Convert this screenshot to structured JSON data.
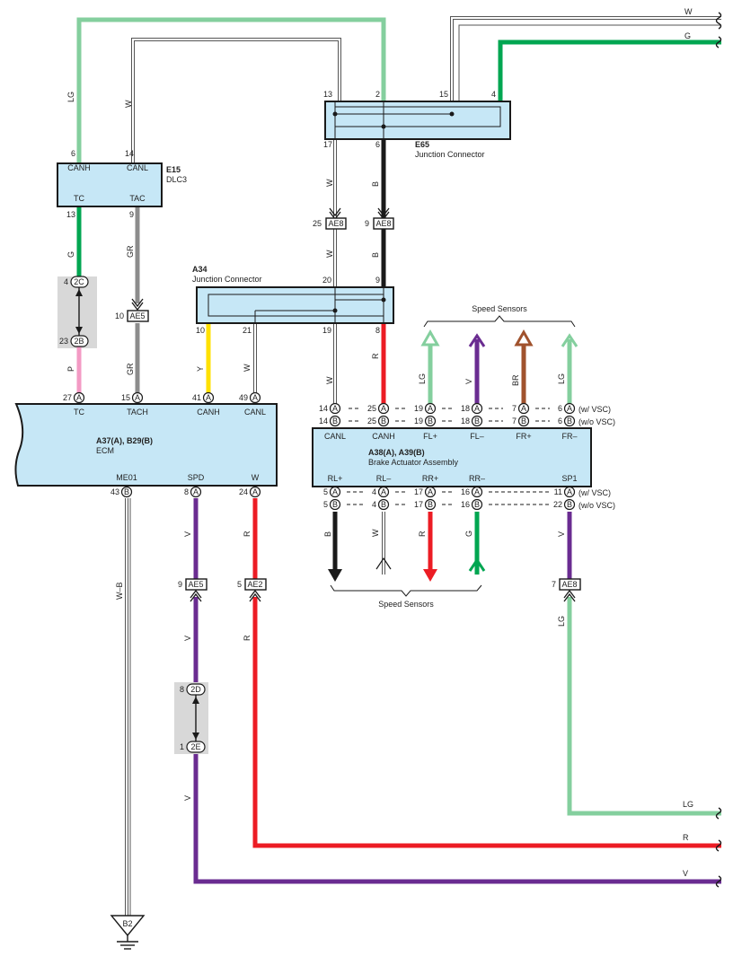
{
  "colors": {
    "LG": "#84cf9e",
    "G": "#00a651",
    "W": "#ffffff",
    "GR": "#8c8c8c",
    "P": "#f39ac4",
    "Y": "#ffe100",
    "B": "#1a1a1a",
    "R": "#ec1c24",
    "V": "#6a2c91",
    "BR": "#a0522d",
    "box": "#c6e7f6",
    "shade": "#d8d8d8"
  },
  "components": {
    "dlc3": {
      "code": "E15",
      "name": "DLC3",
      "pins": [
        "CANH",
        "CANL",
        "TC",
        "TAC"
      ]
    },
    "e65": {
      "code": "E65",
      "name": "Junction Connector"
    },
    "a34": {
      "code": "A34",
      "name": "Junction Connector"
    },
    "ecm": {
      "code": "A37(A), B29(B)",
      "name": "ECM",
      "pins_top": [
        "TC",
        "TACH",
        "CANH",
        "CANL"
      ],
      "pins_bottom": [
        "ME01",
        "SPD",
        "W"
      ]
    },
    "brake": {
      "code": "A38(A), A39(B)",
      "name": "Brake Actuator Assembly",
      "pins_top": [
        "CANL",
        "CANH",
        "FL+",
        "FL–",
        "FR+",
        "FR–"
      ],
      "pins_bottom": [
        "RL+",
        "RL–",
        "RR+",
        "RR–",
        "SP1"
      ]
    }
  },
  "labels": {
    "speed_sensors_top": "Speed Sensors",
    "speed_sensors_bottom": "Speed Sensors",
    "w_vsc": "(w/ VSC)",
    "wo_vsc": "(w/o VSC)",
    "ground": "B2"
  },
  "wire_codes": {
    "lg_dlc": "LG",
    "w_dlc": "W",
    "w_right": "W",
    "g_right": "G",
    "w_e65": "W",
    "b_e65": "B",
    "w_a34": "W",
    "b_a34": "B",
    "g_dlc": "G",
    "gr_dlc": "GR",
    "p_ecm": "P",
    "gr_ecm": "GR",
    "y_ecm": "Y",
    "w_ecm": "W",
    "w_brake": "W",
    "r_brake": "R",
    "lg_fl": "LG",
    "v_fl": "V",
    "br_fr": "BR",
    "lg_fr": "LG",
    "b_rl": "B",
    "w_rl": "W",
    "r_rr": "R",
    "g_rr": "G",
    "v_sp1": "V",
    "lg_sp1": "LG",
    "wb_me01": "W–B",
    "v_spd1": "V",
    "v_spd2": "V",
    "v_spd3": "V",
    "r_w1": "R",
    "r_w2": "R",
    "lg_exit": "LG",
    "r_exit": "R",
    "v_exit": "V"
  },
  "connectors": {
    "ae8": "AE8",
    "ae5": "AE5",
    "ae2": "AE2",
    "c2c": "2C",
    "c2b": "2B",
    "c2d": "2D",
    "c2e": "2E"
  },
  "pins": {
    "e65_13": "13",
    "e65_2": "2",
    "e65_15": "15",
    "e65_4": "4",
    "e65_17": "17",
    "e65_6": "6",
    "dlc_6": "6",
    "dlc_14": "14",
    "dlc_13": "13",
    "dlc_9": "9",
    "ae8_25": "25",
    "ae8_9": "9",
    "a34_20": "20",
    "a34_9": "9",
    "a34_10": "10",
    "a34_21": "21",
    "a34_19": "19",
    "a34_8": "8",
    "c2c_4": "4",
    "c2b_23": "23",
    "ae5_10": "10",
    "ecm_27": "27",
    "ecm_15": "15",
    "ecm_41": "41",
    "ecm_49": "49",
    "ecm_43": "43",
    "ecm_8": "8",
    "ecm_24": "24",
    "ae5_9": "9",
    "ae2_5": "5",
    "c2d_8": "8",
    "c2e_1": "1",
    "ae8_7": "7",
    "b_a_canl": "14",
    "b_b_canl": "14",
    "b_a_canh": "25",
    "b_b_canh": "25",
    "b_a_flp": "19",
    "b_b_flp": "19",
    "b_a_flm": "18",
    "b_b_flm": "18",
    "b_a_frp": "7",
    "b_b_frp": "7",
    "b_a_frm": "6",
    "b_b_frm": "6",
    "b_a_rlp": "5",
    "b_b_rlp": "5",
    "b_a_rlm": "4",
    "b_b_rlm": "4",
    "b_a_rrp": "17",
    "b_b_rrp": "17",
    "b_a_rrm": "16",
    "b_b_rrm": "16",
    "b_a_sp1": "11",
    "b_b_sp1": "22"
  },
  "pin_letters": {
    "a": "A",
    "b": "B"
  }
}
